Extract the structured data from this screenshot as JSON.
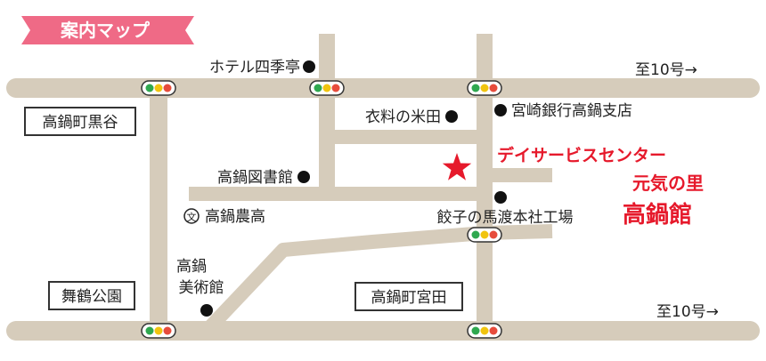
{
  "header": {
    "title": "案内マップ"
  },
  "colors": {
    "road": "#d6ccbb",
    "banner": "#ef6a86",
    "banner_text": "#ffffff",
    "accent_red": "#e6192b",
    "text": "#222222",
    "signal_green": "#2fa84f",
    "signal_yellow": "#f1c40f",
    "signal_red": "#e74c3c"
  },
  "map": {
    "directions": {
      "top_right": "至10号→",
      "bottom_right": "至10号→"
    },
    "intersections": {
      "takanabe_kurodani": "高鍋町黒谷",
      "maizuru_park": "舞鶴公園",
      "takanabe_miyata": "高鍋町宮田"
    },
    "landmarks": {
      "hotel": "ホテル四季亭",
      "bank": "宮崎銀行高鍋支店",
      "clothing": "衣料の米田",
      "library": "高鍋図書館",
      "high_school": "高鍋農高",
      "gyoza": "餃子の馬渡本社工場",
      "museum_line1": "高鍋",
      "museum_line2": "美術館"
    },
    "school_symbol": "文",
    "facility": {
      "line1": "デイサービスセンター",
      "line2": "元気の里",
      "line3": "高鍋館"
    }
  }
}
